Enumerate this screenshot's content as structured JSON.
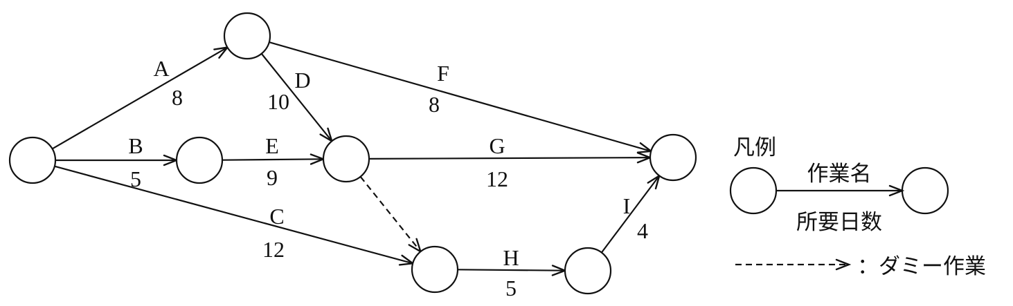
{
  "activities": [
    {
      "name": "A",
      "days": 8
    },
    {
      "name": "B",
      "days": 5
    },
    {
      "name": "C",
      "days": 12
    },
    {
      "name": "D",
      "days": 10
    },
    {
      "name": "E",
      "days": 9
    },
    {
      "name": "F",
      "days": 8
    },
    {
      "name": "G",
      "days": 12
    },
    {
      "name": "H",
      "days": 5
    },
    {
      "name": "I",
      "days": 4
    }
  ],
  "legend": {
    "title": "凡例",
    "activity_name": "作業名",
    "duration": "所要日数",
    "dummy": "：ダミー作業"
  },
  "colors": {
    "ink": "#111111",
    "background": "#ffffff"
  }
}
